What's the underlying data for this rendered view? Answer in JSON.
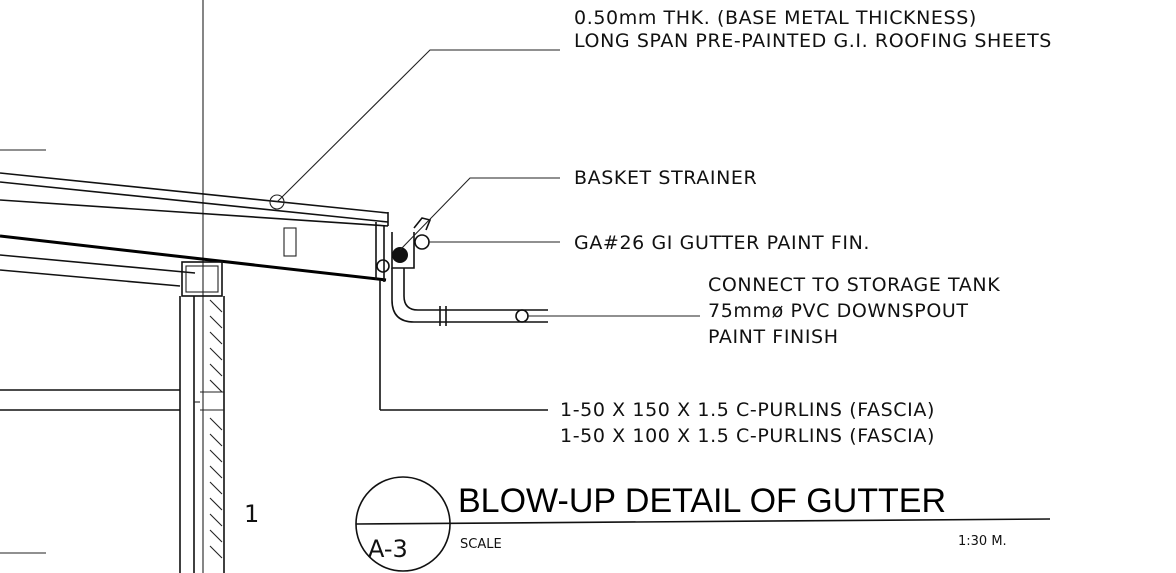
{
  "labels": {
    "roof_sheet_line1": "0.50mm THK. (BASE METAL THICKNESS)",
    "roof_sheet_line2": "LONG SPAN PRE-PAINTED G.I. ROOFING SHEETS",
    "basket_strainer": "BASKET STRAINER",
    "gutter": "GA#26 GI GUTTER PAINT FIN.",
    "downspout_line1": "CONNECT TO STORAGE TANK",
    "downspout_line2": "75mmø PVC DOWNSPOUT",
    "downspout_line3": "PAINT FINISH",
    "purlin_line1": "1-50 X 150 X 1.5 C-PURLINS (FASCIA)",
    "purlin_line2": "1-50 X 100 X 1.5 C-PURLINS (FASCIA)",
    "grid_number": "1"
  },
  "title_block": {
    "title": "BLOW-UP DETAIL OF GUTTER",
    "sheet_ref": "A-3",
    "scale_label": "SCALE",
    "scale_value": "1:30 M."
  }
}
